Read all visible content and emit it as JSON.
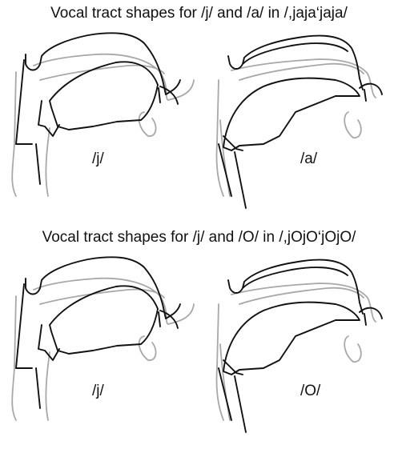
{
  "figure": {
    "heading_top": "Vocal tract shapes for /j/ and /a/ in /,jaja‘jaja/",
    "heading_bottom": "Vocal tract shapes for /j/ and /O/ in /,jOjO‘jOjO/"
  },
  "panels": [
    {
      "id": "top-left",
      "label": "/j/"
    },
    {
      "id": "top-right",
      "label": "/a/"
    },
    {
      "id": "bottom-left",
      "label": "/j/"
    },
    {
      "id": "bottom-right",
      "label": "/O/"
    }
  ],
  "colors": {
    "contour": "#111111",
    "reference": "#a8a8a8"
  }
}
